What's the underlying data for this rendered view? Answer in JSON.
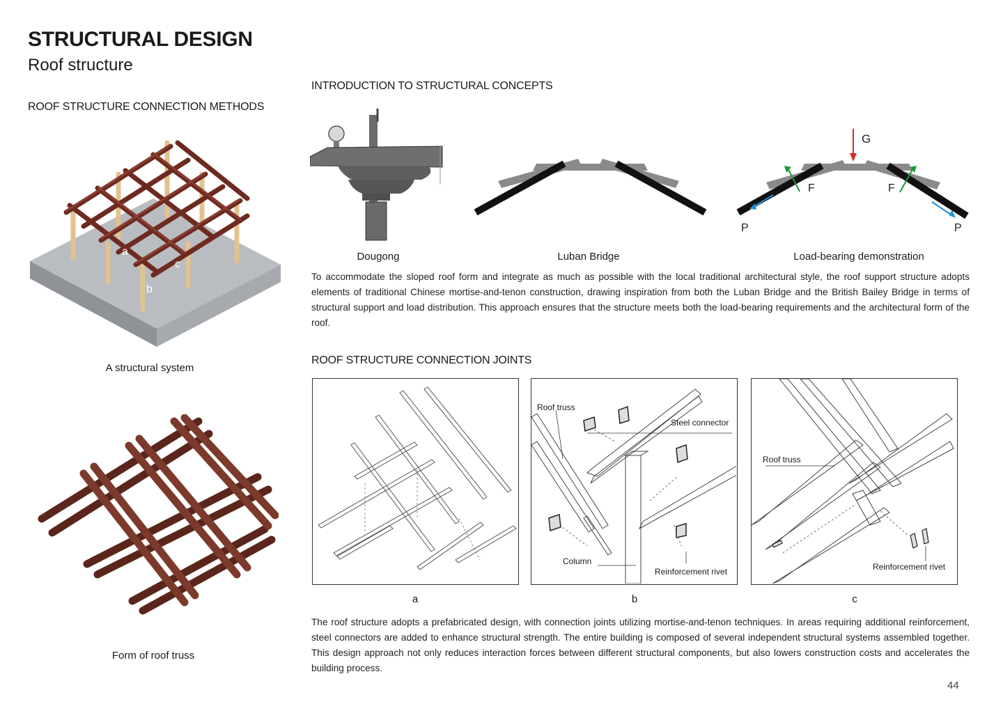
{
  "page": {
    "title": "STRUCTURAL DESIGN",
    "subtitle": "Roof structure",
    "page_number": "44"
  },
  "left": {
    "section_heading": "ROOF STRUCTURE CONNECTION METHODS",
    "system_caption": "A structural system",
    "system_labels": {
      "a": "a",
      "b": "b",
      "c": "c"
    },
    "truss_caption": "Form of roof truss"
  },
  "intro": {
    "heading": "INTRODUCTION TO STRUCTURAL CONCEPTS",
    "captions": [
      "Dougong",
      "Luban Bridge",
      "Load-bearing demonstration"
    ],
    "load_labels": {
      "g": "G",
      "f_left": "F",
      "f_right": "F",
      "p_left": "P",
      "p_right": "P"
    },
    "paragraph": "To accommodate the sloped roof form and integrate as much as possible with the local traditional architectural style, the roof support structure adopts elements of traditional Chinese mortise-and-tenon construction, drawing inspiration from both the Luban Bridge and the British Bailey Bridge in terms of structural support and load distribution. This approach ensures that the structure meets both the load-bearing requirements and the architectural form of the roof.",
    "colors": {
      "load_arrow": "#d62828",
      "force_line": "#1a9a3a",
      "reaction_arrow": "#1f8fd6",
      "member": "#111111",
      "connector": "#808080"
    }
  },
  "joints": {
    "heading": "ROOF STRUCTURE CONNECTION JOINTS",
    "panel_b_labels": {
      "roof_truss": "Roof truss",
      "steel_connector": "Steel connector",
      "column": "Column",
      "rivet": "Reinforcement rivet"
    },
    "panel_c_labels": {
      "roof_truss": "Roof truss",
      "rivet": "Reinforcement rivet"
    },
    "panel_captions": [
      "a",
      "b",
      "c"
    ],
    "paragraph": "The roof structure adopts a prefabricated design, with connection joints utilizing mortise-and-tenon techniques. In areas requiring additional reinforcement, steel connectors are added to enhance structural strength. The entire building is composed of several independent structural systems assembled together. This design approach not only reduces interaction forces between different structural components, but also lowers construction costs and accelerates the building process."
  }
}
